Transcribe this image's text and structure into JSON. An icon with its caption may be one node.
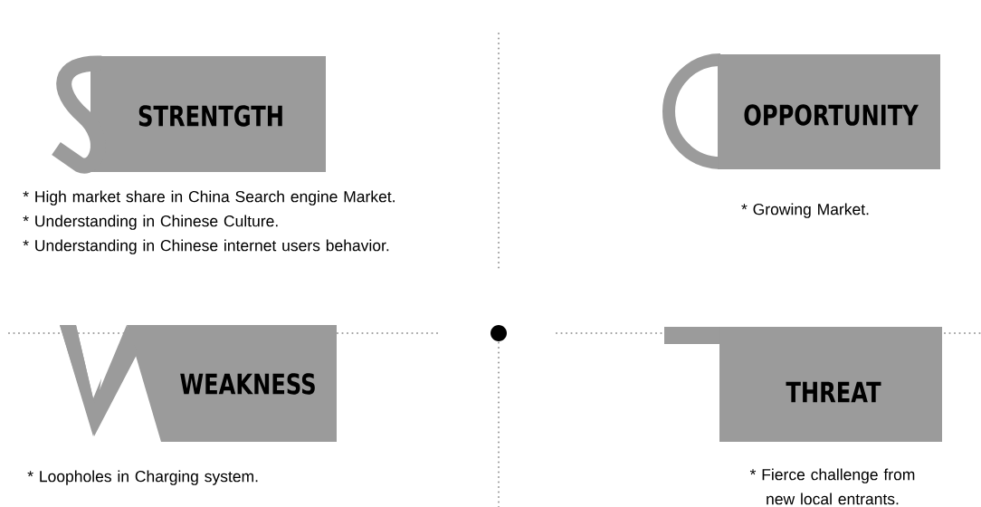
{
  "diagram": {
    "nodes": [
      {
        "text": [
          "STRENTGTH"
        ],
        "beside": [
          "* High market share in China Search engine Market.",
          "* Understanding in Chinese Culture.",
          "* Understanding in Chinese internet users behavior."
        ]
      },
      {
        "text": [
          "OPPORTUNITY"
        ],
        "beside": [
          "* Growing Market."
        ]
      },
      {
        "text": [
          "WEAKNESS"
        ],
        "beside": [
          "* Loopholes in Charging system."
        ]
      },
      {
        "text": [
          "THREAT"
        ],
        "beside": [
          "* Fierce challenge from new local entrants."
        ]
      }
    ]
  }
}
